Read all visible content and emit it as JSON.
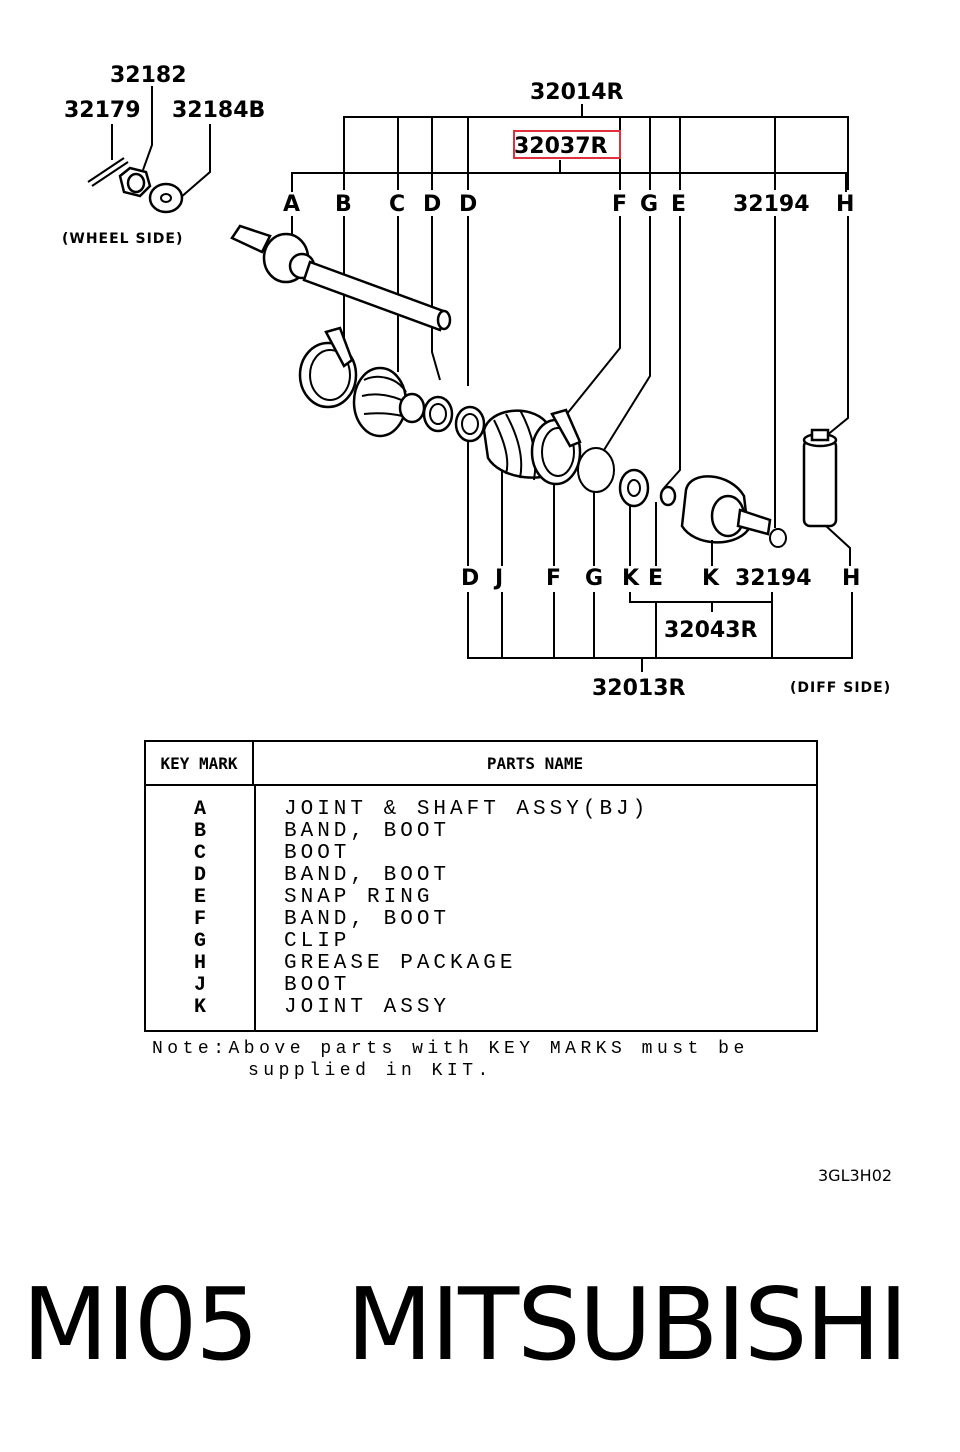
{
  "diagram": {
    "part_numbers": {
      "p32182": "32182",
      "p32179": "32179",
      "p32184b": "32184B",
      "p32014r": "32014R",
      "p32037r": "32037R",
      "p32194_top": "32194",
      "p32194_bottom": "32194",
      "p32043r": "32043R",
      "p32013r": "32013R"
    },
    "top_letters": {
      "a": "A",
      "b": "B",
      "c": "C",
      "d1": "D",
      "d2": "D",
      "f": "F",
      "g": "G",
      "e": "E",
      "h": "H"
    },
    "bottom_letters": {
      "d": "D",
      "j": "J",
      "f": "F",
      "g": "G",
      "k1": "K",
      "e": "E",
      "k2": "K",
      "h": "H"
    },
    "wheel_side": "(WHEEL SIDE)",
    "diff_side": "(DIFF SIDE)",
    "highlight_color": "#e0303a"
  },
  "table": {
    "header_key": "KEY MARK",
    "header_name": "PARTS NAME",
    "rows": [
      {
        "key": "A",
        "name": "JOINT & SHAFT ASSY(BJ)"
      },
      {
        "key": "B",
        "name": "BAND, BOOT"
      },
      {
        "key": "C",
        "name": "BOOT"
      },
      {
        "key": "D",
        "name": "BAND, BOOT"
      },
      {
        "key": "E",
        "name": "SNAP RING"
      },
      {
        "key": "F",
        "name": "BAND, BOOT"
      },
      {
        "key": "G",
        "name": "CLIP"
      },
      {
        "key": "H",
        "name": "GREASE PACKAGE"
      },
      {
        "key": "J",
        "name": "BOOT"
      },
      {
        "key": "K",
        "name": "JOINT ASSY"
      }
    ]
  },
  "note": {
    "line1": "Note:Above parts with KEY MARKS must be",
    "line2": "supplied in KIT."
  },
  "diagram_code": "3GL3H02",
  "footer": {
    "code": "MI05",
    "brand": "MITSUBISHI"
  }
}
